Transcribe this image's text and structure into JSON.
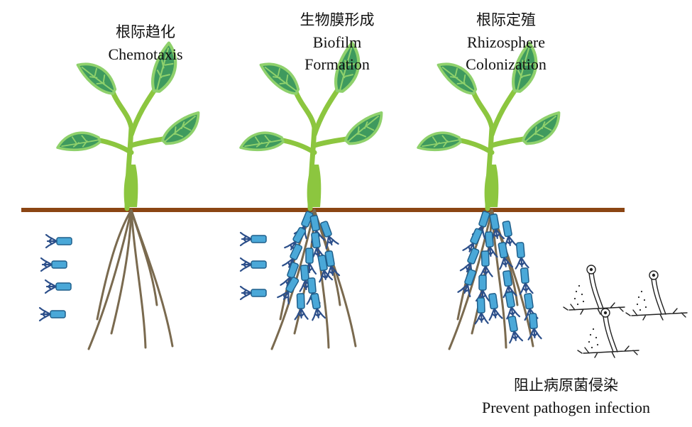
{
  "stages": [
    {
      "id": "chemotaxis",
      "zh": "根际趋化",
      "en_lines": [
        "Chemotaxis"
      ]
    },
    {
      "id": "biofilm",
      "zh": "生物膜形成",
      "en_lines": [
        "Biofilm",
        "Formation"
      ]
    },
    {
      "id": "colonization",
      "zh": "根际定殖",
      "en_lines": [
        "Rhizosphere",
        "Colonization"
      ]
    }
  ],
  "outcome": {
    "zh": "阻止病原菌侵染",
    "en": "Prevent pathogen infection"
  },
  "colors": {
    "soil_line": "#8b4513",
    "root": "#7a6a4f",
    "stem": "#8cc63f",
    "leaf_fill": "#3f9a5e",
    "leaf_edge": "#8fd16c",
    "bacterium_body": "#4aa8d8",
    "bacterium_edge": "#1f5f8b",
    "flagella": "#2c4f8a",
    "pathogen": "#222222"
  },
  "icons": [
    "plant",
    "root",
    "bacterium",
    "pathogen-fungus"
  ]
}
